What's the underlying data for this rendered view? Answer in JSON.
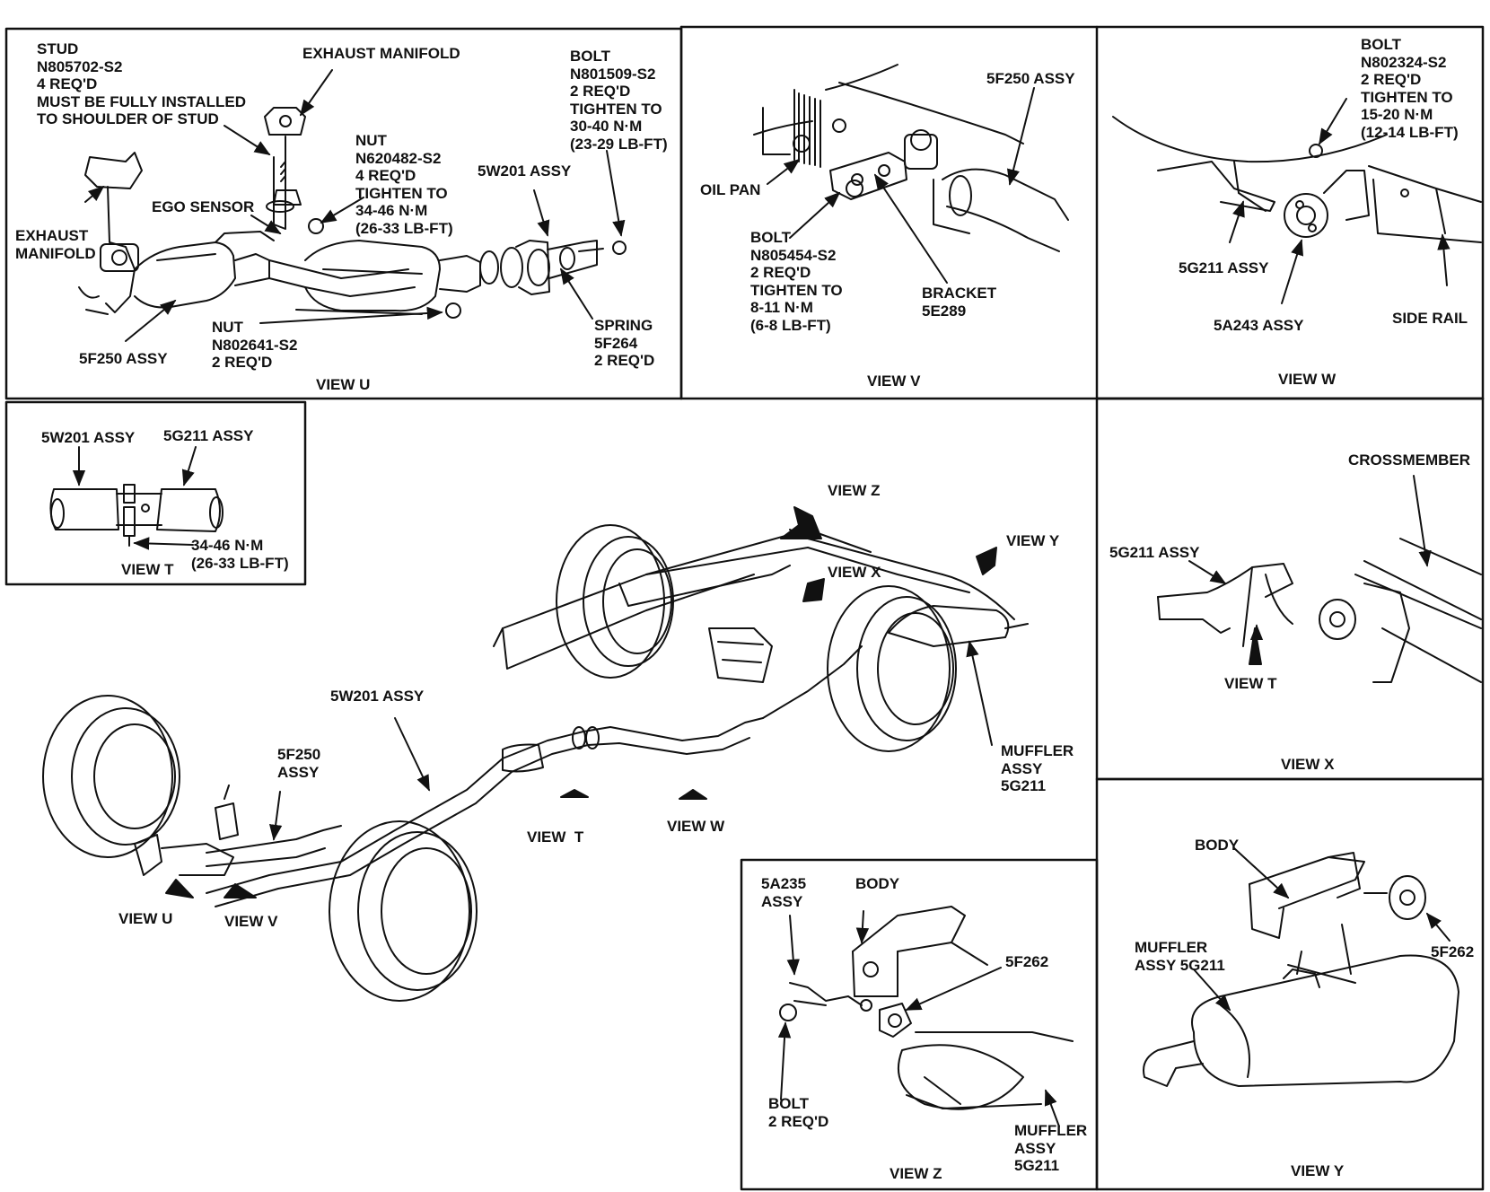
{
  "view_u": {
    "stud": "STUD\nN805702-S2\n4 REQ'D\nMUST BE FULLY INSTALLED\nTO SHOULDER OF STUD",
    "exhaust_manifold_top": "EXHAUST MANIFOLD",
    "bolt": "BOLT\nN801509-S2\n2 REQ'D\nTIGHTEN TO\n30-40 N·m\n(23-29 LB-FT)",
    "nut_top": "NUT\nN620482-S2\n4 REQ'D\nTIGHTEN TO\n34-46 N·m\n(26-33 LB-FT)",
    "ego_sensor": "EGO SENSOR",
    "assy_5w201": "5W201 ASSY",
    "exhaust_manifold_left": "EXHAUST\nMANIFOLD",
    "spring": "SPRING\n5F264\n2 REQ'D",
    "nut_bottom": "NUT\nN802641-S2\n2 REQ'D",
    "assy_5f250": "5F250 ASSY",
    "title": "VIEW U"
  },
  "view_v": {
    "assy_5f250": "5F250 ASSY",
    "oil_pan": "OIL PAN",
    "bolt": "BOLT\nN805454-S2\n2 REQ'D\nTIGHTEN TO\n8-11 N·m\n(6-8 LB-FT)",
    "bracket": "BRACKET\n5E289",
    "title": "VIEW V"
  },
  "view_w": {
    "bolt": "BOLT\nN802324-S2\n2 REQ'D\nTIGHTEN TO\n15-20 N·m\n(12-14 LB-FT)",
    "assy_5g211": "5G211 ASSY",
    "assy_5a243": "5A243 ASSY",
    "side_rail": "SIDE RAIL",
    "title": "VIEW W"
  },
  "view_t": {
    "assy_5w201": "5W201 ASSY",
    "assy_5g211": "5G211 ASSY",
    "torque": "34-46 N·m\n(26-33 LB-FT)",
    "title": "VIEW T"
  },
  "main": {
    "view_z": "VIEW Z",
    "view_x": "VIEW X",
    "view_y": "VIEW Y",
    "assy_5w201": "5W201 ASSY",
    "assy_5f250": "5F250\nASSY",
    "muffler": "MUFFLER\nASSY\n5G211",
    "view_t": "VIEW  T",
    "view_w": "VIEW W",
    "view_u": "VIEW U",
    "view_v": "VIEW V"
  },
  "view_x": {
    "crossmember": "CROSSMEMBER",
    "assy_5g211": "5G211 ASSY",
    "view_t": "VIEW T",
    "title": "VIEW X"
  },
  "view_z": {
    "assy_5a235": "5A235\nASSY",
    "body": "BODY",
    "part_5f262": "5F262",
    "bolt": "BOLT\n2 REQ'D",
    "muffler": "MUFFLER\nASSY\n5G211",
    "title": "VIEW Z"
  },
  "view_y": {
    "body": "BODY",
    "part_5f262": "5F262",
    "muffler": "MUFFLER\nASSY 5G211",
    "title": "VIEW Y"
  }
}
